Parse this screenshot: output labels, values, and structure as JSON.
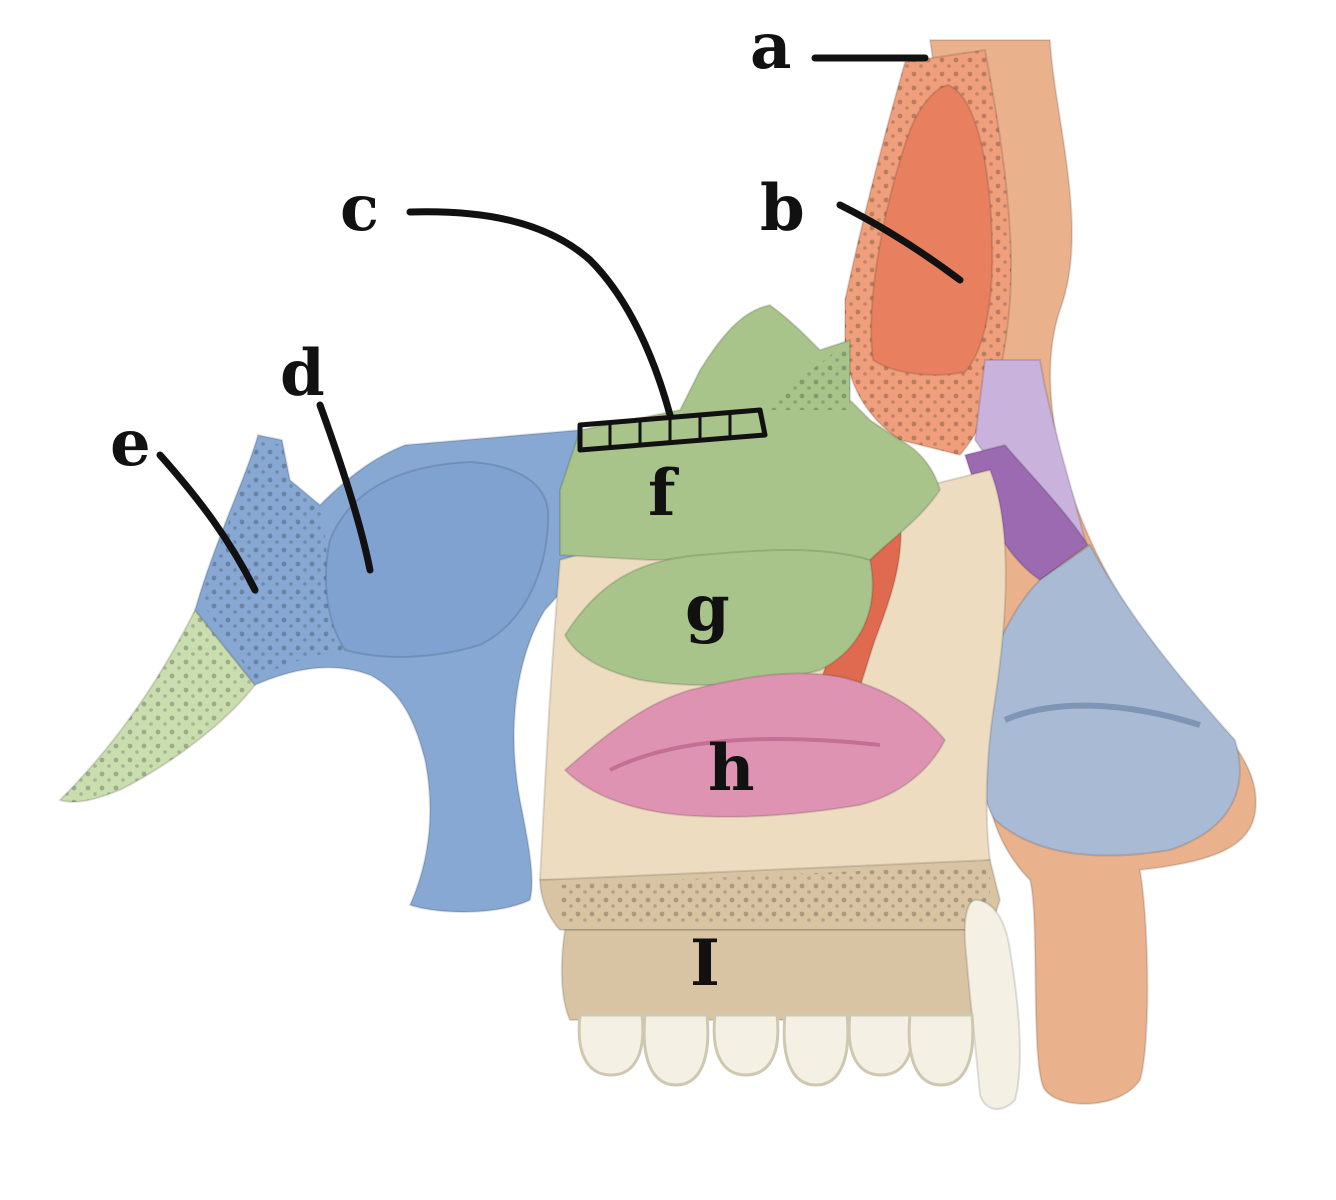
{
  "labels": {
    "a": "a",
    "b": "b",
    "c": "c",
    "d": "d",
    "e": "e",
    "f": "f",
    "g": "g",
    "h": "h",
    "i": "I"
  },
  "colors": {
    "skin": "#e9b18c",
    "frontal_bone": "#ef9f7b",
    "frontal_sinus": "#e8805f",
    "nasal_bone": "#c9b3dc",
    "lateral_nasal_cartilage": "#9b6ab1",
    "cartilage": "#a9bad4",
    "ethmoid_bone": "#a9c48a",
    "sphenoid_bone": "#86a8d3",
    "sphenoid_sinus": "#7fa2d0",
    "occipital_bone": "#c9ddae",
    "inferior_nasal_concha": "#df93b2",
    "maxilla": "#eddcc0",
    "palate": "#d8c4a2",
    "lacrimal_bone": "#e06a4f",
    "teeth": "#f4f1e4"
  }
}
